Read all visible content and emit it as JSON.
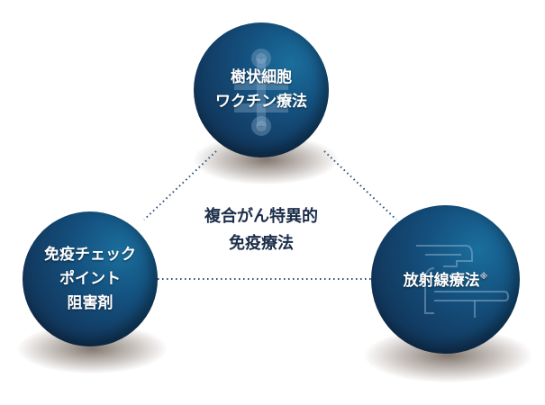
{
  "nodes": {
    "top": {
      "line1": "樹状細胞",
      "line2": "ワクチン療法"
    },
    "left": {
      "line1": "免疫チェック",
      "line2": "ポイント",
      "line3": "阻害剤"
    },
    "right": {
      "label": "放射線療法",
      "note_mark": "※"
    }
  },
  "center": {
    "line1": "複合がん特異的",
    "line2": "免疫療法"
  },
  "colors": {
    "ball": "#14507e",
    "connector": "#2a4a7a",
    "center_text": "#1c2e4a"
  }
}
